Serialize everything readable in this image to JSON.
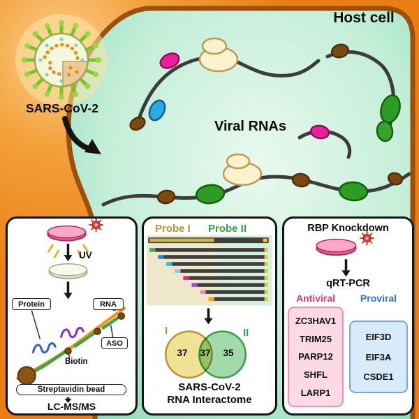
{
  "scene": {
    "host_cell": "Host cell",
    "virus": "SARS-CoV-2",
    "viral_rnas": "Viral RNAs"
  },
  "clip_panel": {
    "uv": "UV",
    "protein": "Protein",
    "rna": "RNA",
    "aso": "ASO",
    "biotin": "Biotin",
    "bead": "Streptavidin bead",
    "output": "LC-MS/MS"
  },
  "probe_panel": {
    "probe1": "Probe I",
    "probe2": "Probe II",
    "venn": {
      "left_label": "I",
      "right_label": "II",
      "left_count": "37",
      "overlap_count": "37",
      "right_count": "35"
    },
    "caption1": "SARS-CoV-2",
    "caption2": "RNA Interactome"
  },
  "knockdown_panel": {
    "title": "RBP Knockdown",
    "assay": "qRT-PCR",
    "antiviral_title": "Antiviral",
    "antiviral_genes": [
      "ZC3HAV1",
      "TRIM25",
      "PARP12",
      "SHFL",
      "LARP1"
    ],
    "proviral_title": "Proviral",
    "proviral_genes": [
      "EIF3D",
      "EIF3A",
      "CSDE1"
    ]
  },
  "colors": {
    "background_orange": "#EB7D15",
    "cell_fill": "#C4EED8",
    "membrane": "#9C500E",
    "probe1_accent": "#B3953A",
    "probe2_accent": "#36A047",
    "antiviral_accent": "#E8356B",
    "proviral_accent": "#2F6FD6"
  }
}
